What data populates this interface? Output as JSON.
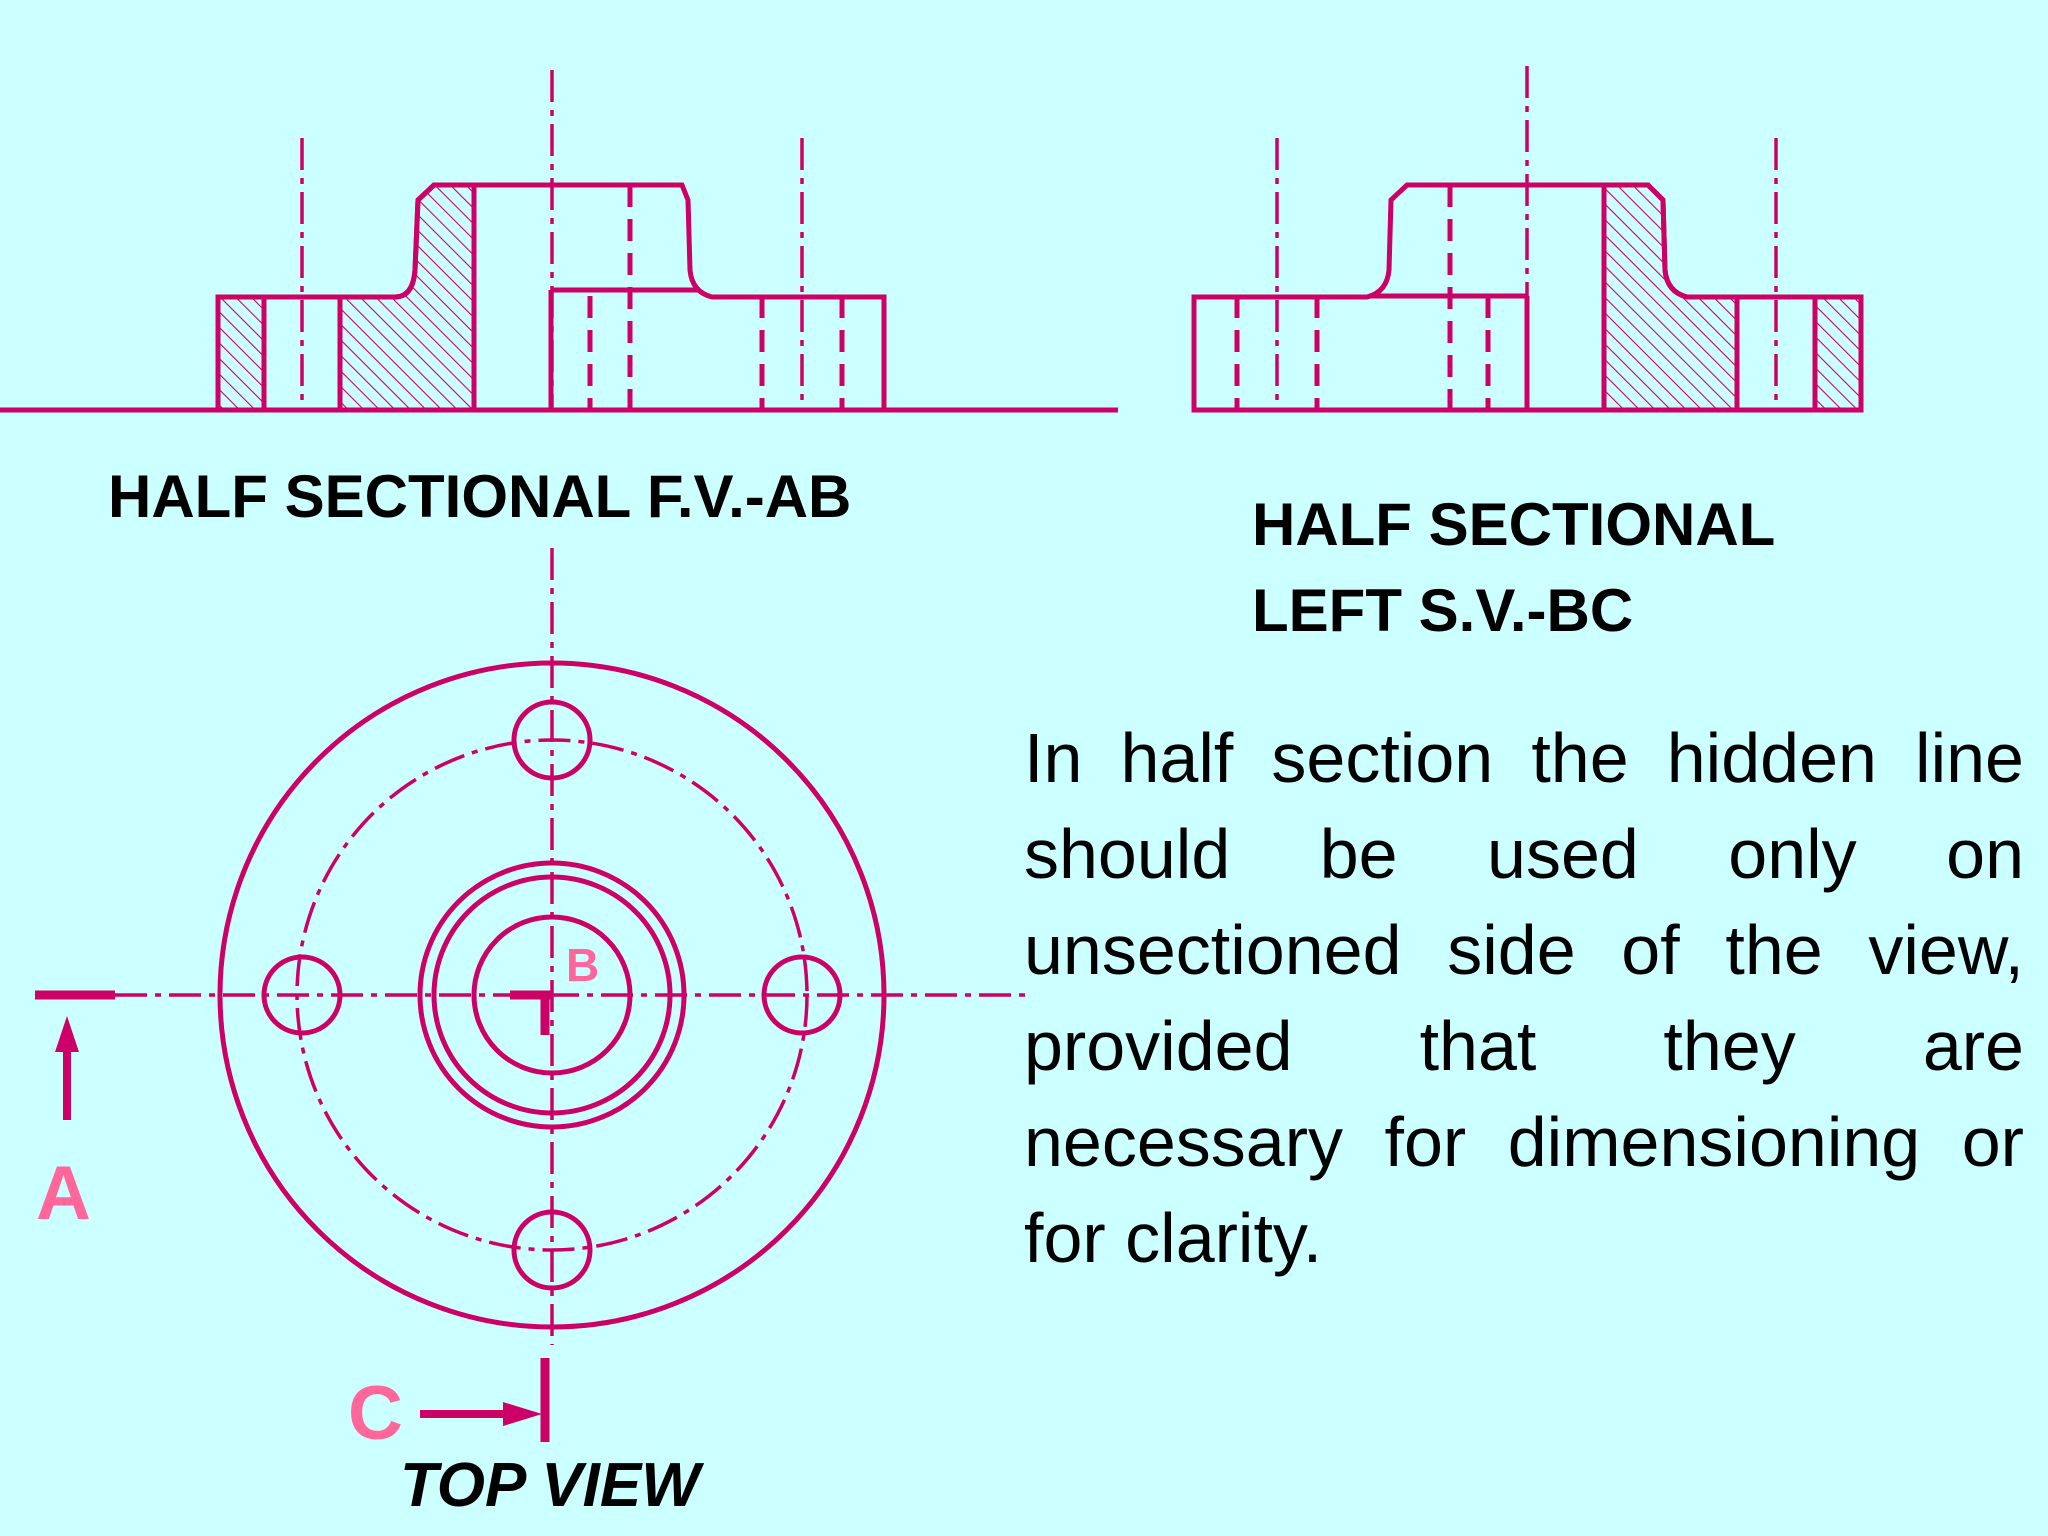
{
  "titles": {
    "front_view": "HALF SECTIONAL F.V.-AB",
    "side_view_line1": "HALF SECTIONAL",
    "side_view_line2": "LEFT S.V.-BC",
    "top_view": "TOP VIEW"
  },
  "section_letters": {
    "a": "A",
    "b": "B",
    "c": "C"
  },
  "note": "In half section the hidden line should be used only on unsectioned side of the view, provided that they are necessary for dimensioning or for clarity.",
  "colors": {
    "background": "#ccffff",
    "line": "#cc0066",
    "letters": "#ff6699",
    "text": "#000000"
  }
}
